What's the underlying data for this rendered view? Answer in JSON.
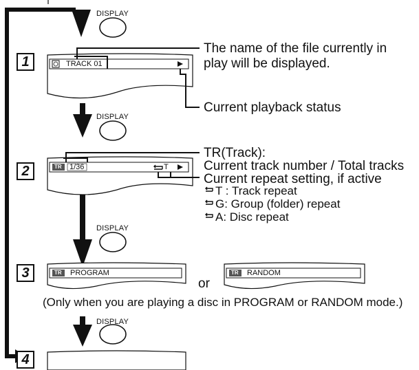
{
  "buttons": {
    "display_label": "DISPLAY"
  },
  "steps": [
    {
      "number": "1",
      "osd_text": "TRACK 01",
      "osd_status_icon": "play-triangle-icon",
      "callouts": [
        "The name of the file currently in",
        "play will be displayed.",
        "Current playback status"
      ]
    },
    {
      "number": "2",
      "osd_icon": "TR",
      "osd_text": "1/36",
      "osd_repeat": "T",
      "callouts": [
        "TR(Track):",
        "Current track number / Total tracks",
        "Current repeat setting, if active"
      ],
      "repeat_items": [
        "T : Track repeat",
        "G: Group (folder) repeat",
        "A: Disc repeat"
      ]
    },
    {
      "number": "3",
      "program_text": "PROGRAM",
      "random_text": "RANDOM",
      "or_text": "or",
      "icon_label": "TR",
      "note": "(Only when you are playing a disc in PROGRAM or RANDOM mode.)"
    },
    {
      "number": "4"
    }
  ]
}
